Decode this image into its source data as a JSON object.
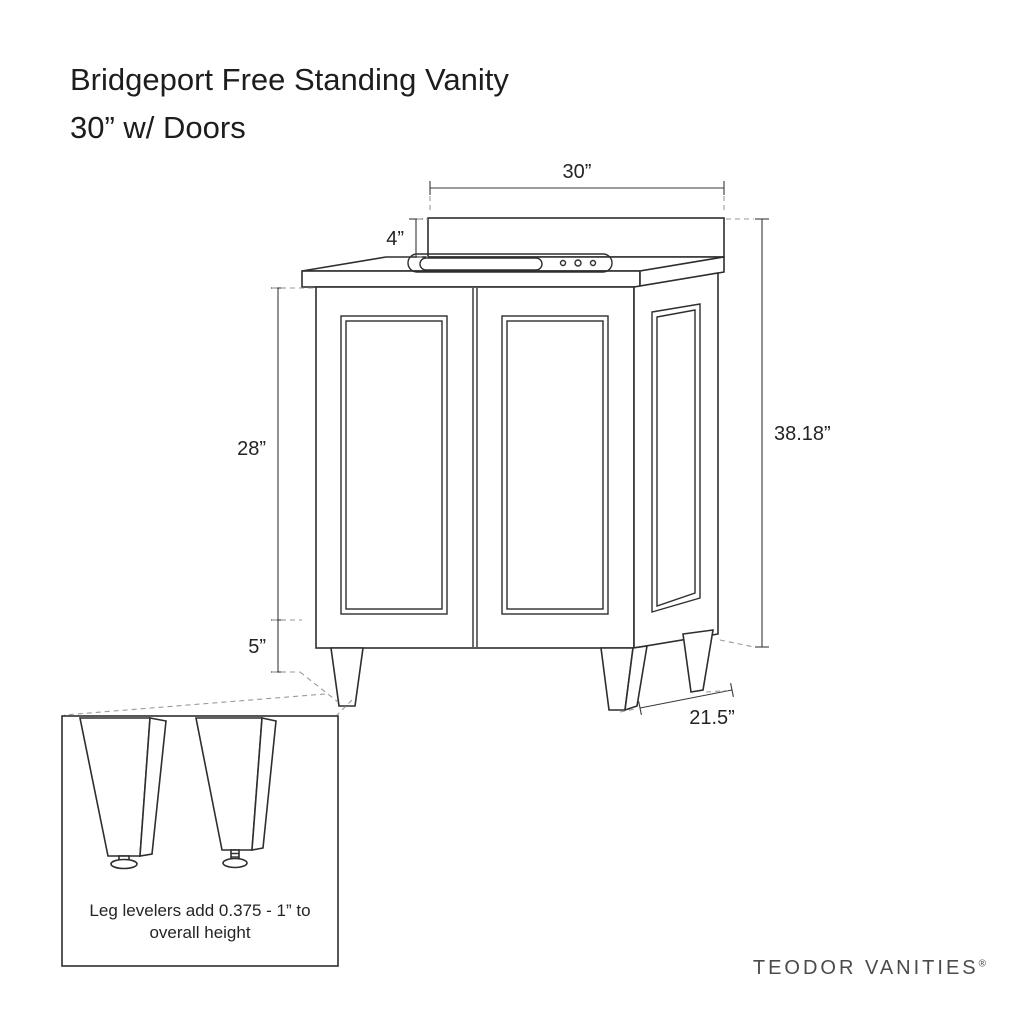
{
  "title": {
    "line1": "Bridgeport Free Standing Vanity",
    "line2": "30” w/ Doors"
  },
  "dimensions": {
    "width_top": "30”",
    "backsplash_height": "4”",
    "cabinet_height": "28”",
    "leg_height": "5”",
    "total_height": "38.18”",
    "depth": "21.5”"
  },
  "detail_box": {
    "note_line1": "Leg levelers add 0.375 - 1” to",
    "note_line2": "overall height"
  },
  "brand": {
    "name": "TEODOR VANITIES",
    "registered_mark": "®"
  },
  "colors": {
    "line": "#2e2e2e",
    "text": "#1d1d1d",
    "dashed_line": "#9a9a9a",
    "background": "#ffffff",
    "brand_text": "#4b4b4b"
  }
}
